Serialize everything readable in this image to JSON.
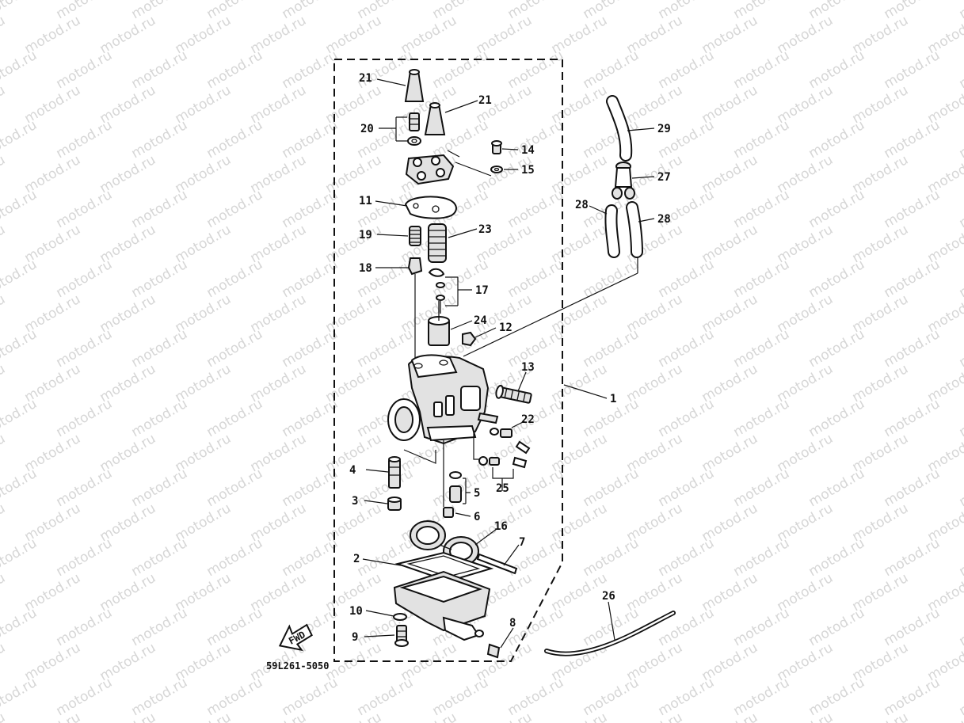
{
  "watermark": "motod.ru",
  "diagram_code": "59L261-5050",
  "fwd_label": "FWD",
  "callouts": {
    "c1": "1",
    "c2": "2",
    "c3": "3",
    "c4": "4",
    "c5": "5",
    "c6": "6",
    "c7": "7",
    "c8": "8",
    "c9": "9",
    "c10": "10",
    "c11": "11",
    "c12": "12",
    "c13": "13",
    "c14": "14",
    "c15": "15",
    "c16": "16",
    "c17": "17",
    "c18": "18",
    "c19": "19",
    "c20": "20",
    "c21a": "21",
    "c21b": "21",
    "c22": "22",
    "c23": "23",
    "c24": "24",
    "c25": "25",
    "c26": "26",
    "c27": "27",
    "c28a": "28",
    "c28b": "28",
    "c29": "29"
  }
}
